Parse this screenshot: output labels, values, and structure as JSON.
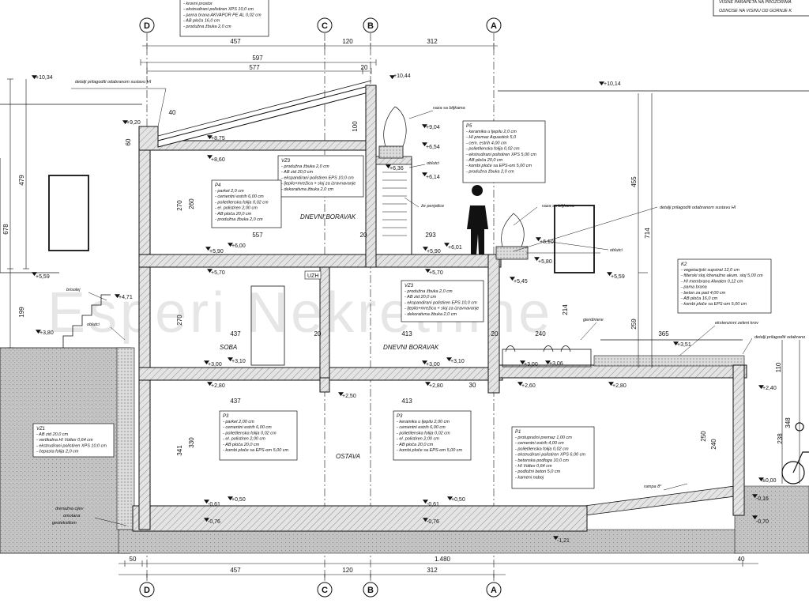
{
  "axes": {
    "D": "D",
    "C": "C",
    "B": "B",
    "A": "A"
  },
  "dimensions": {
    "top_457": "457",
    "top_120": "120",
    "top_312": "312",
    "top_597": "597",
    "top_577": "577",
    "top_20": "20",
    "bottom_50": "50",
    "bottom_1480": "1.480",
    "bottom_40": "40",
    "bottom_457": "457",
    "bottom_120": "120",
    "bottom_312": "312",
    "left_479": "479",
    "left_678": "678",
    "left_199": "199",
    "h_270a": "270",
    "h_260": "260",
    "h_270b": "270",
    "h_341": "341",
    "h_330": "330",
    "h_100": "100",
    "h_455": "455",
    "h_714": "714",
    "h_259": "259",
    "h_214": "214",
    "h_250": "250",
    "h_240": "240",
    "h_348": "348",
    "h_238": "238",
    "h_110": "110",
    "mid_557": "557",
    "mid_293": "293",
    "mid_437a": "437",
    "mid_413a": "413",
    "mid_240": "240",
    "mid_365": "365",
    "mid_437b": "437",
    "mid_413b": "413",
    "mid_20a": "20",
    "mid_20b": "20",
    "mid_20c": "20",
    "mid_40": "40",
    "mid_30": "30",
    "mid_60": "60"
  },
  "levels": {
    "l1034": "+10,34",
    "l1044": "+10,44",
    "l1014": "+10,14",
    "l920": "+9,20",
    "l904": "+9,04",
    "l875": "+8,75",
    "l860": "+8,60",
    "l654": "+6,54",
    "l636": "+6,36",
    "l614": "+6,14",
    "l610": "+6,10",
    "l600": "+6,00",
    "l601": "+6,01",
    "l590a": "+5,90",
    "l590b": "+5,90",
    "l580": "+5,80",
    "l570a": "+5,70",
    "l570b": "+5,70",
    "l545": "+5,45",
    "l559a": "+5,59",
    "l559b": "+5,59",
    "l471": "+4,71",
    "l380": "+3,80",
    "l351": "+3,51",
    "l310a": "+3,10",
    "l310b": "+3,10",
    "l300a": "+3,00",
    "l300b": "+3,00",
    "l306": "+3,06",
    "l300c": "+3,00",
    "l280a": "+2,80",
    "l280b": "+2,80",
    "l280c": "+2,80",
    "l260": "+2,60",
    "l250": "+2,50",
    "l240": "+2,40",
    "l000": "±0,00",
    "m061a": "-0,61",
    "m061b": "-0,61",
    "l050a": "+0,50",
    "l050b": "+0,50",
    "m076a": "-0,76",
    "m076b": "-0,76",
    "m016": "-0,16",
    "m021": "-1,21",
    "m070": "-0,70"
  },
  "rooms": {
    "dnevni_boravak_top": "DNEVNI BORAVAK",
    "soba": "SOBA",
    "dnevni_boravak_mid": "DNEVNI BORAVAK",
    "ostava": "OSTAVA",
    "uzh": "UZH"
  },
  "annotations": {
    "detail_hi_top": "detalji prilagoditi odabranom sustavu HI",
    "detail_hi_right": "detalji prilagoditi odabranom sustavu HI",
    "detail_hi_far": "detalji prilagoditi odabrano",
    "vaza_top": "vaza sa biljkama",
    "vaza_mid": "vaza sa biljkama",
    "oblutci_top": "oblutci",
    "oblutci_mid": "oblutci",
    "oblutci_left": "oblutci",
    "ze_penjalice": "že penjalice",
    "brisolej": "brisolej",
    "gierdiniere": "gierdiniere",
    "zeleni_krov": "ekstenzivni zeleni krov",
    "rampa": "rampa 8°",
    "drenaza": "drenažna cijev",
    "omotana": "omotana",
    "geotekstil": "geotekstilom",
    "top_right_1": "VISINE PARAPETA NA PROZORIMA",
    "top_right_2": "ODNOSE NA VISINU OD GORNJE K"
  },
  "notes": {
    "roof_top": {
      "lines": [
        "- krovni prostor",
        "- ekstrudirani polistiren XPS 10,0 cm",
        "- parna brana AKVAPOR PE AL 0,02 cm",
        "- AB ploča 16,0 cm",
        "- produžna žbuka 2,0 cm"
      ]
    },
    "P5": {
      "title": "P5",
      "lines": [
        "- keramika u ljepilu 2,0 cm",
        "- HI premaz Aquastick 5,0",
        "- cem. estrih 4,00 cm",
        "- polietilenska folija 0,02 cm",
        "- ekstrudirani polistiren XPS 5,00 cm",
        "- AB ploča 20,0 cm",
        "- kombi ploče sa EPS-om 5,00 cm",
        "- produžna žbuka 2,0 cm"
      ]
    },
    "VZ3_top": {
      "title": "VZ3",
      "lines": [
        "- produžna žbuka 2,0 cm",
        "- AB zid 20,0 cm",
        "- ekspandirani polistiren EPS 10,0 cm",
        "- ljepilo+mrežica + sloj za izravnavanje",
        "- dekorativna žbuka 2,0 cm"
      ]
    },
    "P4": {
      "title": "P4",
      "lines": [
        "- parket 2,0 cm",
        "- cementni estrih 6,00 cm",
        "- polietilenska folija 0,02 cm",
        "- el. polistiren 2,00 cm",
        "- AB ploča 20,0 cm",
        "- produžna žbuka 2,0 cm"
      ]
    },
    "VZ3_mid": {
      "title": "VZ3",
      "lines": [
        "- produžna žbuka 2,0 cm",
        "- AB zid 20,0 cm",
        "- ekspandirani polistiren EPS 10,0 cm",
        "- ljepilo+mrežica + sloj za izravnavanje",
        "- dekorativna žbuka 2,0 cm"
      ]
    },
    "K2": {
      "title": "K2",
      "lines": [
        "- vegetacijski supstrat 12,0 cm",
        "- filterski sloj /drenažno akum. sloj 5,00 cm",
        "- HI membrana Alwalen 0,12 cm",
        "- pama brana",
        "- beton za pad 4,00 cm",
        "- AB ploča 16,0 cm",
        "- kombi ploče sa EPS-om 5,00 cm"
      ]
    },
    "VZ1": {
      "title": "VZ1",
      "lines": [
        "- AB zid 20,0 cm",
        "- vertikalna HI Voltex 0,64 cm",
        "- ekstrudirani polistiren XPS 10,0 cm",
        "- čepasta folija 2,0 cm"
      ]
    },
    "P3_left": {
      "title": "P3",
      "lines": [
        "- parket 2,00 cm",
        "- cementni estrih 6,00 cm",
        "- polietilenska folija 0,02 cm",
        "- el. polistiren 2,00 cm",
        "- AB ploča 20,0 cm",
        "- kombi ploče sa EPS-om 5,00 cm"
      ]
    },
    "P3_mid": {
      "title": "P3",
      "lines": [
        "- keramika u ljepilu 2,00 cm",
        "- cementni estrih 6,00 cm",
        "- polietilenska folija 0,02 cm",
        "- el. polistiren 2,00 cm",
        "- AB ploča 20,0 cm",
        "- kombi ploče sa EPS-om 5,00 cm"
      ]
    },
    "P1": {
      "title": "P1",
      "lines": [
        "- protuprašni premaz 1,00 cm",
        "- cementni estrih 4,00 cm",
        "- polietilenska folija 0,02 cm",
        "- ekstrudirani polistiren XPS 6,00 cm",
        "- betonska podloga 10,0 cm",
        "- HI Voltex 0,64 cm",
        "- podložni beton 5,0 cm",
        "- kameni naboj"
      ]
    }
  },
  "watermark": "Esperi Nekretnine",
  "colors": {
    "line": "#111111",
    "wall_fill": "#d9d9d9",
    "ground_fill": "#bdbdbd",
    "slab_fill": "#e6e6e6",
    "watermark": "#e3e3e3"
  }
}
